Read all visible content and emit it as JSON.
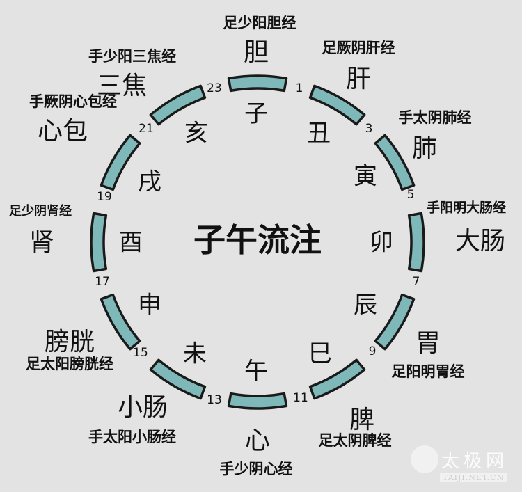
{
  "title": "子午流注",
  "colors": {
    "segment": "#7fb8b8",
    "outline": "#1a1a1a",
    "background": "#e3e3e3"
  },
  "branches": [
    "子",
    "丑",
    "寅",
    "卯",
    "辰",
    "巳",
    "午",
    "未",
    "申",
    "酉",
    "戌",
    "亥"
  ],
  "hours": [
    "23",
    "1",
    "3",
    "5",
    "7",
    "9",
    "11",
    "13",
    "15",
    "17",
    "19",
    "21"
  ],
  "organs": [
    "胆",
    "肝",
    "肺",
    "大肠",
    "胃",
    "脾",
    "心",
    "小肠",
    "膀胱",
    "肾",
    "心包",
    "三焦"
  ],
  "meridians": [
    "足少阳胆经",
    "足厥阴肝经",
    "手太阴肺经",
    "手阳明大肠经",
    "足阳明胃经",
    "足太阴脾经",
    "手少阴心经",
    "手太阳小肠经",
    "足太阳膀胱经",
    "足少阴肾经",
    "手厥阴心包经",
    "手少阳三焦经"
  ],
  "watermark": {
    "cn": "太极网",
    "en": "TAIJI.NET.CN"
  }
}
